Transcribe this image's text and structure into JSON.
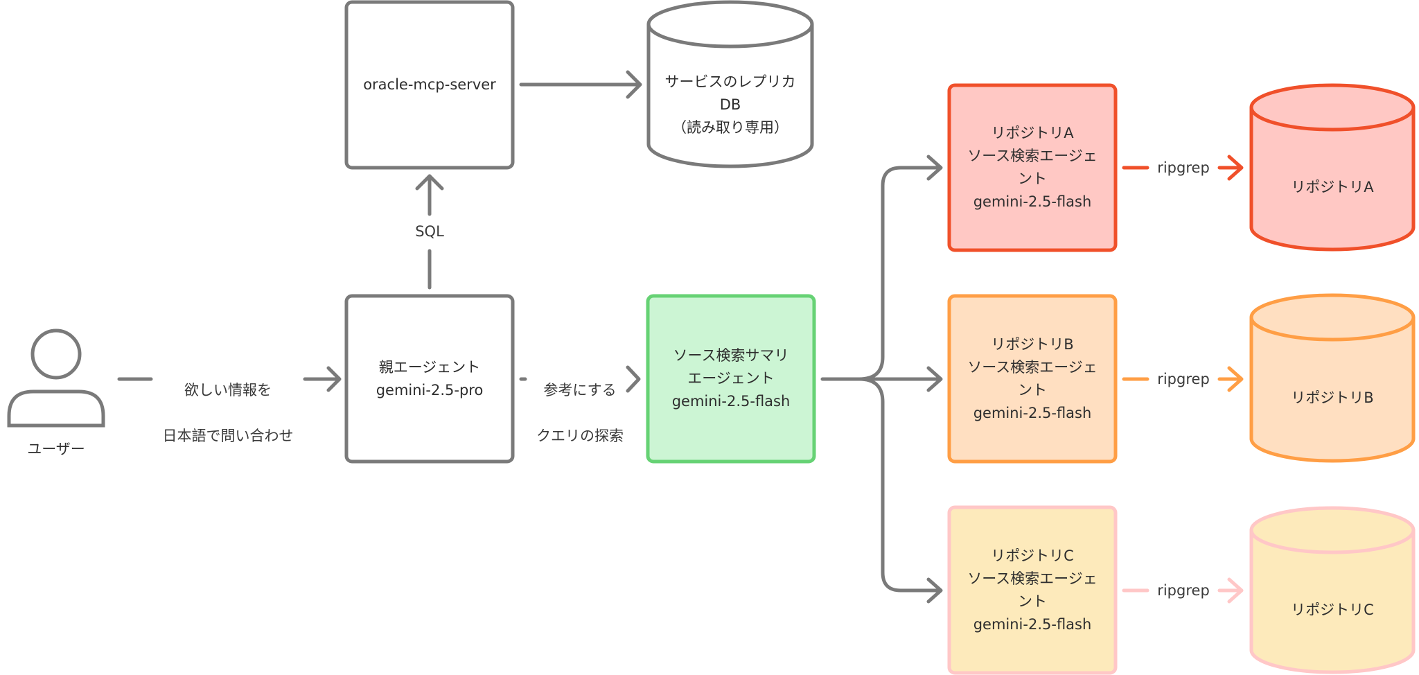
{
  "colors": {
    "neutral_stroke": "#7a7a7a",
    "neutral_fill": "#ffffff",
    "summary_stroke": "#66d274",
    "summary_fill": "#ccf5d4",
    "repo_a_stroke": "#f0502a",
    "repo_a_fill": "#ffc8c4",
    "repo_b_stroke": "#ff9e45",
    "repo_b_fill": "#ffdfc1",
    "repo_c_stroke": "#ffc7c7",
    "repo_c_fill": "#fdeabb"
  },
  "nodes": {
    "user": {
      "label": "ユーザー",
      "icon": "person-icon"
    },
    "parent_agent": {
      "line1": "親エージェント",
      "line2": "gemini-2.5-pro"
    },
    "oracle_mcp": {
      "label": "oracle-mcp-server"
    },
    "replica_db": {
      "line1": "サービスのレプリカ",
      "line2": "DB",
      "line3": "（読み取り専用）"
    },
    "summary_agent": {
      "line1": "ソース検索サマリ",
      "line2": "エージェント",
      "line3": "gemini-2.5-flash"
    },
    "repo_agents": [
      {
        "line1": "リポジトリA",
        "line2": "ソース検索エージェ",
        "line3": "ント",
        "line4": "gemini-2.5-flash"
      },
      {
        "line1": "リポジトリB",
        "line2": "ソース検索エージェ",
        "line3": "ント",
        "line4": "gemini-2.5-flash"
      },
      {
        "line1": "リポジトリC",
        "line2": "ソース検索エージェ",
        "line3": "ント",
        "line4": "gemini-2.5-flash"
      }
    ],
    "repos": [
      {
        "label": "リポジトリA"
      },
      {
        "label": "リポジトリB"
      },
      {
        "label": "リポジトリC"
      }
    ]
  },
  "edges": {
    "user_to_parent": {
      "line1": "欲しい情報を",
      "line2": "日本語で問い合わせ"
    },
    "parent_to_oracle": {
      "label": "SQL"
    },
    "parent_to_summary": {
      "line1": "参考にする",
      "line2": "クエリの探索"
    },
    "repo_agent_to_repo": [
      {
        "label": "ripgrep"
      },
      {
        "label": "ripgrep"
      },
      {
        "label": "ripgrep"
      }
    ]
  }
}
